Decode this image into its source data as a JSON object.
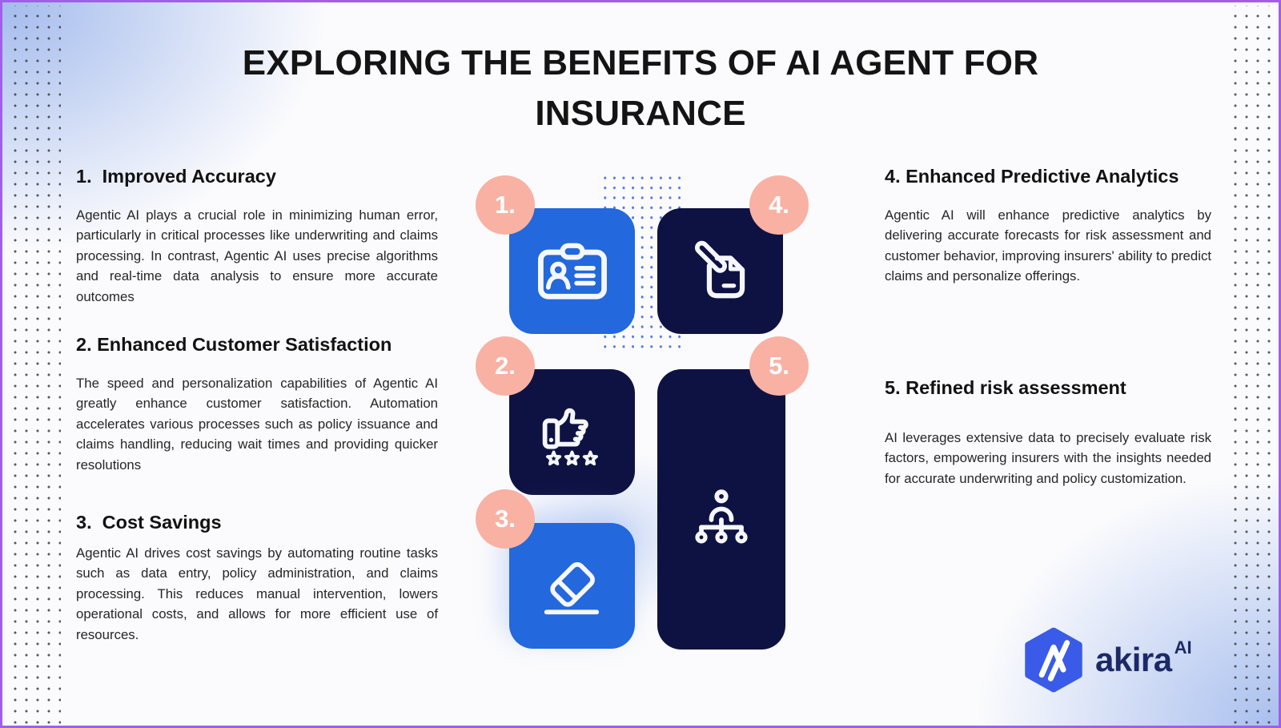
{
  "title": {
    "line1": "EXPLORING THE BENEFITS OF AI AGENT FOR",
    "line2": "INSURANCE"
  },
  "sections": [
    {
      "heading": "1.  Improved Accuracy",
      "body": "Agentic AI plays a crucial role in minimizing human error, particularly in critical processes like underwriting and claims processing. In contrast, Agentic AI uses precise algorithms and real-time data analysis to ensure more accurate outcomes"
    },
    {
      "heading": "2. Enhanced Customer Satisfaction",
      "body": "The speed and personalization capabilities of Agentic AI greatly enhance customer satisfaction. Automation accelerates various processes such as policy issuance and claims handling, reducing wait times and providing quicker resolutions"
    },
    {
      "heading": "3.  Cost Savings",
      "body": "Agentic AI drives cost savings by automating routine tasks such as data entry, policy administration, and claims processing. This reduces manual intervention, lowers operational costs, and allows for more efficient use of resources."
    },
    {
      "heading": "4. Enhanced Predictive Analytics",
      "body": "Agentic AI will enhance predictive analytics by delivering accurate forecasts for risk assessment and customer behavior, improving insurers' ability to predict claims and personalize offerings."
    },
    {
      "heading": "5. Refined risk assessment",
      "body": "AI leverages extensive data to precisely evaluate risk factors, empowering insurers with the insights needed for accurate underwriting and policy customization."
    }
  ],
  "cards": [
    {
      "number": "1.",
      "icon": "id-badge-icon",
      "color": "blue"
    },
    {
      "number": "2.",
      "icon": "thumbs-up-rating-icon",
      "color": "navy"
    },
    {
      "number": "3.",
      "icon": "eraser-icon",
      "color": "blue"
    },
    {
      "number": "4.",
      "icon": "signing-document-icon",
      "color": "navy"
    },
    {
      "number": "5.",
      "icon": "org-chart-icon",
      "color": "navy"
    }
  ],
  "logo": {
    "brand": "akira",
    "superscript": "AI"
  },
  "colors": {
    "blue_card": "#2368DC",
    "navy_card": "#0E1243",
    "badge_salmon": "#F9B1A4",
    "dots_blue": "#4D7BE0",
    "dots_dark": "#3C3C3C",
    "border_purple": "#A05FE6",
    "logo_blue": "#3A5BE8",
    "logo_navy": "#1B2A66",
    "title_text": "#141414"
  }
}
